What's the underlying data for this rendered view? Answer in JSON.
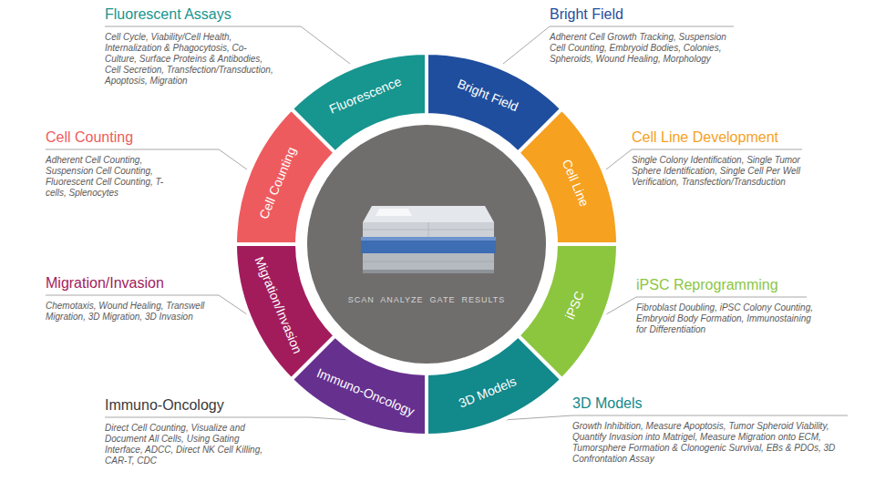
{
  "diagram": {
    "nodes": [
      {
        "text": [
          "Fluorescence"
        ]
      },
      {
        "text": [
          "Bright Field"
        ]
      },
      {
        "text": [
          "Cell Line"
        ]
      },
      {
        "text": [
          "iPSC"
        ]
      },
      {
        "text": [
          "3D Models"
        ]
      },
      {
        "text": [
          "Immuno-Oncology"
        ]
      },
      {
        "text": [
          "Migration/Invasion"
        ]
      },
      {
        "text": [
          "Cell Counting"
        ]
      },
      {
        "text": [
          "SCAN  ANALYZE  GATE  RESULTS"
        ]
      }
    ],
    "labels": [
      "Fluorescent Assays",
      "Cell Cycle, Viability/Cell Health, Internalization & Phagocytosis, Co-Culture, Surface Proteins & Antibodies, Cell Secretion, Transfection/Transduction, Apoptosis, Migration",
      "Bright Field",
      "Adherent Cell Growth Tracking, Suspension Cell Counting, Embryoid Bodies, Colonies, Spheroids, Wound Healing, Morphology",
      "Cell Counting",
      "Adherent Cell Counting, Suspension Cell Counting, Fluorescent Cell Counting, T-cells, Splenocytes",
      "Cell Line Development",
      "Single Colony Identification, Single Tumor Sphere Identification, Single Cell Per Well Verification, Transfection/Transduction",
      "Migration/Invasion",
      "Chemotaxis, Wound Healing, Transwell Migration, 3D Migration, 3D Invasion",
      "iPSC Reprogramming",
      "Fibroblast Doubling, iPSC Colony Counting, Embryoid Body Formation, Immunostaining for Differentiation",
      "Immuno-Oncology",
      "Direct Cell Counting, Visualize and Document All Cells, Using Gating Interface, ADCC, Direct NK Cell Killing, CAR-T, CDC",
      "3D Models",
      "Growth Inhibition, Measure Apoptosis, Tumor Spheroid Viability, Quantify Invasion into Matrigel, Measure Migration onto ECM, Tumorsphere Formation & Clonogenic Survival, EBs & PDOs, 3D Confrontation Assay"
    ]
  }
}
